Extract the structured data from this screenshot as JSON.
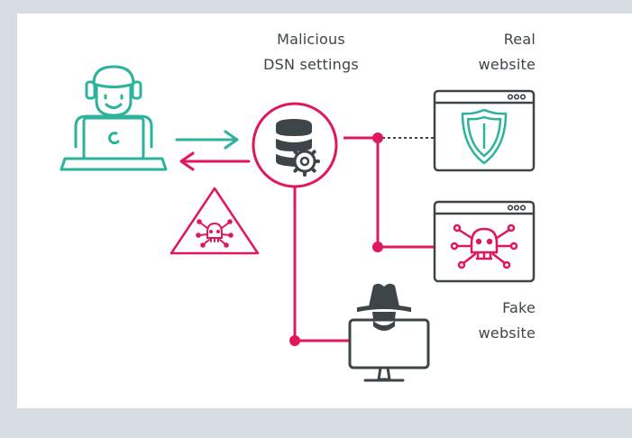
{
  "labels": {
    "dns": {
      "line1": "Malicious",
      "line2": "DSN settings"
    },
    "real": {
      "line1": "Real",
      "line2": "website"
    },
    "fake": {
      "line1": "Fake",
      "line2": "website"
    }
  },
  "colors": {
    "teal": "#2bb39b",
    "pink": "#e0185a",
    "dark": "#3e4549",
    "background": "#d8dde3",
    "panel": "#ffffff"
  },
  "icons": [
    "user-laptop-icon",
    "database-gear-icon",
    "warning-triangle-icon",
    "skull-icon",
    "shield-icon",
    "hacker-icon",
    "browser-window-icon"
  ]
}
